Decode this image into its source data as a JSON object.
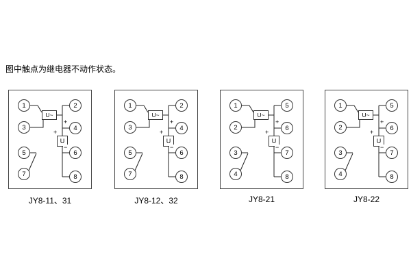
{
  "note": "图中触点为继电器不动作状态。",
  "symbols": {
    "ac_element": "U~",
    "executive_element": "U",
    "plus": "+",
    "minus": "−"
  },
  "panels": [
    {
      "caption": "JY8-11、31",
      "left": [
        "1",
        "3",
        "5",
        "7"
      ],
      "right": [
        "2",
        "4",
        "6",
        "8"
      ]
    },
    {
      "caption": "JY8-12、32",
      "left": [
        "1",
        "3",
        "5",
        "7"
      ],
      "right": [
        "2",
        "4",
        "6",
        "8"
      ]
    },
    {
      "caption": "JY8-21",
      "left": [
        "1",
        "2",
        "3",
        "4"
      ],
      "right": [
        "5",
        "6",
        "7",
        "8"
      ]
    },
    {
      "caption": "JY8-22",
      "left": [
        "1",
        "2",
        "3",
        "4"
      ],
      "right": [
        "5",
        "6",
        "7",
        "8"
      ]
    }
  ]
}
